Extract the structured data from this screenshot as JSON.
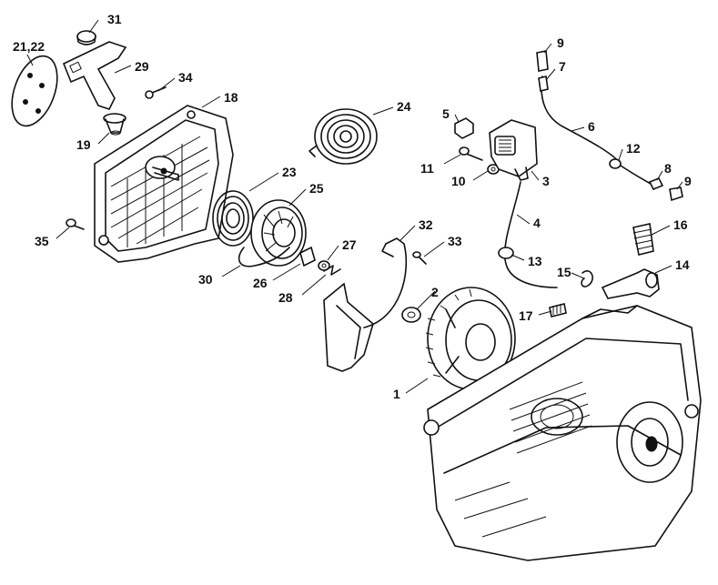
{
  "diagram": {
    "callouts": [
      {
        "id": "c31",
        "label": "31"
      },
      {
        "id": "c2122",
        "label": "21,22"
      },
      {
        "id": "c29",
        "label": "29"
      },
      {
        "id": "c34",
        "label": "34"
      },
      {
        "id": "c18",
        "label": "18"
      },
      {
        "id": "c19",
        "label": "19"
      },
      {
        "id": "c35",
        "label": "35"
      },
      {
        "id": "c24",
        "label": "24"
      },
      {
        "id": "c23",
        "label": "23"
      },
      {
        "id": "c25",
        "label": "25"
      },
      {
        "id": "c30",
        "label": "30"
      },
      {
        "id": "c26",
        "label": "26"
      },
      {
        "id": "c27",
        "label": "27"
      },
      {
        "id": "c28",
        "label": "28"
      },
      {
        "id": "c9a",
        "label": "9"
      },
      {
        "id": "c7",
        "label": "7"
      },
      {
        "id": "c6",
        "label": "6"
      },
      {
        "id": "c5",
        "label": "5"
      },
      {
        "id": "c11",
        "label": "11"
      },
      {
        "id": "c10",
        "label": "10"
      },
      {
        "id": "c3",
        "label": "3"
      },
      {
        "id": "c12",
        "label": "12"
      },
      {
        "id": "c8",
        "label": "8"
      },
      {
        "id": "c9b",
        "label": "9"
      },
      {
        "id": "c4",
        "label": "4"
      },
      {
        "id": "c32",
        "label": "32"
      },
      {
        "id": "c33",
        "label": "33"
      },
      {
        "id": "c13",
        "label": "13"
      },
      {
        "id": "c16",
        "label": "16"
      },
      {
        "id": "c15",
        "label": "15"
      },
      {
        "id": "c14",
        "label": "14"
      },
      {
        "id": "c2",
        "label": "2"
      },
      {
        "id": "c17",
        "label": "17"
      },
      {
        "id": "c1",
        "label": "1"
      }
    ]
  }
}
